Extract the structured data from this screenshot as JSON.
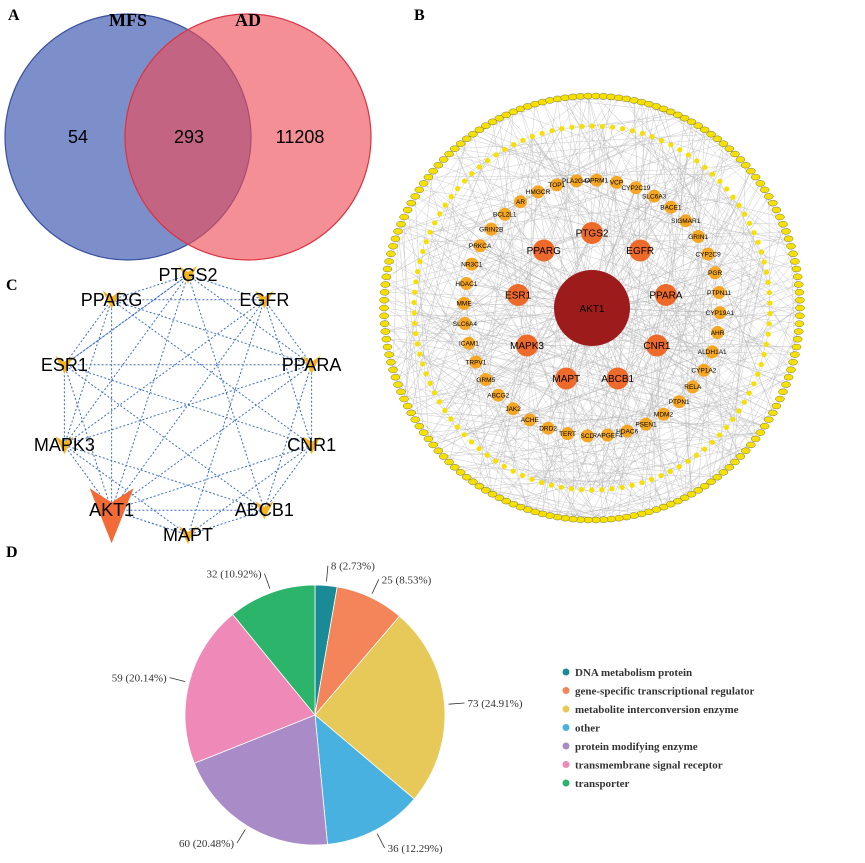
{
  "panels": {
    "a": "A",
    "b": "B",
    "c": "C",
    "d": "D"
  },
  "venn": {
    "left_title": "MFS",
    "right_title": "AD",
    "left_only": "54",
    "overlap": "293",
    "right_only": "11208",
    "left_color": "#4a64b6",
    "right_color": "#ef4b55"
  },
  "network": {
    "center": "AKT1",
    "ring1": [
      "PTGS2",
      "EGFR",
      "PPARA",
      "CNR1",
      "ABCB1",
      "MAPT",
      "MAPK3",
      "ESR1",
      "PPARG"
    ],
    "ring2": [
      "CYP2C19",
      "SLC6A3",
      "BACE1",
      "SIGMAR1",
      "GRIN1",
      "CYP2C9",
      "PGR",
      "PTPN11",
      "CYP19A1",
      "AHR",
      "ALDH1A1",
      "CYP1A2",
      "RELA",
      "PTPN1",
      "MDM2",
      "PSEN1",
      "HDAC6",
      "RAPGEF4",
      "SCD",
      "TERT",
      "DRD2",
      "ACHE",
      "JAK2",
      "ABCG2",
      "GRM5",
      "TRPV1",
      "ICAM1",
      "SLC6A4",
      "MME",
      "HDAC1",
      "NR3C1",
      "PRKCA",
      "GRIN2B",
      "BCL2L1",
      "AR",
      "HMGCR",
      "TOP1",
      "PLA2G4A",
      "OPRM1",
      "VCP"
    ],
    "node_color_center": "#9e1b1b",
    "node_color_hub": "#ee6a2a",
    "node_color_mid": "#f5a623",
    "node_color_outer": "#f6e000"
  },
  "hub": {
    "nodes": [
      "PTGS2",
      "EGFR",
      "PPARA",
      "CNR1",
      "ABCB1",
      "MAPT",
      "AKT1",
      "MAPK3",
      "ESR1",
      "PPARG"
    ],
    "highlight": "AKT1",
    "highlight_color": "#f26a35",
    "node_color": "#f5b21f",
    "edge_color": "#3f6fc4"
  },
  "pie": {
    "categories": [
      {
        "name": "DNA metabolism protein",
        "count": 8,
        "label": "8 (2.73%)",
        "color": "#1a8a96"
      },
      {
        "name": "gene-specific transcriptional regulator",
        "count": 25,
        "label": "25 (8.53%)",
        "color": "#f4855a"
      },
      {
        "name": "metabolite interconversion enzyme",
        "count": 73,
        "label": "73 (24.91%)",
        "color": "#e7c95a"
      },
      {
        "name": "other",
        "count": 36,
        "label": "36 (12.29%)",
        "color": "#49b1df"
      },
      {
        "name": "protein modifying enzyme",
        "count": 60,
        "label": "60 (20.48%)",
        "color": "#a98bc8"
      },
      {
        "name": "transmembrane signal receptor",
        "count": 59,
        "label": "59 (20.14%)",
        "color": "#ee89b8"
      },
      {
        "name": "transporter",
        "count": 32,
        "label": "32 (10.92%)",
        "color": "#2cb46a"
      }
    ]
  }
}
